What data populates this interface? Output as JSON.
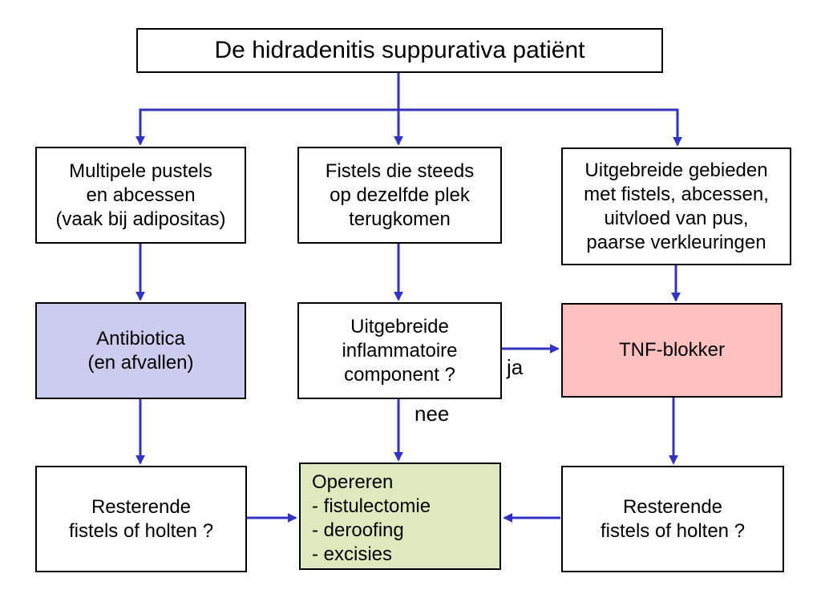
{
  "title_box": {
    "text": "De hidradenitis suppurativa patiënt"
  },
  "boxes": {
    "multipele_pustels": {
      "line1": "Multipele pustels",
      "line2": "en abcessen",
      "line3": "(vaak bij adipositas)",
      "fill": "#FFFFFF"
    },
    "fistels_steeds": {
      "line1": "Fistels die steeds",
      "line2": "op dezelfde plek",
      "line3": "terugkomen",
      "fill": "#FFFFFF"
    },
    "uitgebreide_gebieden": {
      "line1": "Uitgebreide gebieden",
      "line2": "met fistels, abcessen,",
      "line3": "uitvloed van pus,",
      "line4": "paarse verkleuringen",
      "fill": "#FFFFFF"
    },
    "antibiotica": {
      "line1": "Antibiotica",
      "line2": "(en afvallen)",
      "fill": "#CCCCEE"
    },
    "inflammatoire_component": {
      "line1": "Uitgebreide",
      "line2": "inflammatoire",
      "line3": "component ?",
      "fill": "#FFFFFF"
    },
    "tnf_blokker": {
      "line1": "TNF-blokker",
      "fill": "#FFC0C0"
    },
    "resterende_links": {
      "line1": "Resterende",
      "line2": "fistels of holten ?",
      "fill": "#FFFFFF"
    },
    "opereren": {
      "line1": "Opereren",
      "line2": "- fistulectomie",
      "line3": "- deroofing",
      "line4": "- excisies",
      "fill": "#DFE9BE"
    },
    "resterende_rechts": {
      "line1": "Resterende",
      "line2": "fistels of holten ?",
      "fill": "#FFFFFF"
    }
  },
  "edge_labels": {
    "ja": "ja",
    "nee": "nee"
  },
  "colors": {
    "arrow": "#3333C3",
    "border": "#000000",
    "background": "#FFFFFF"
  }
}
